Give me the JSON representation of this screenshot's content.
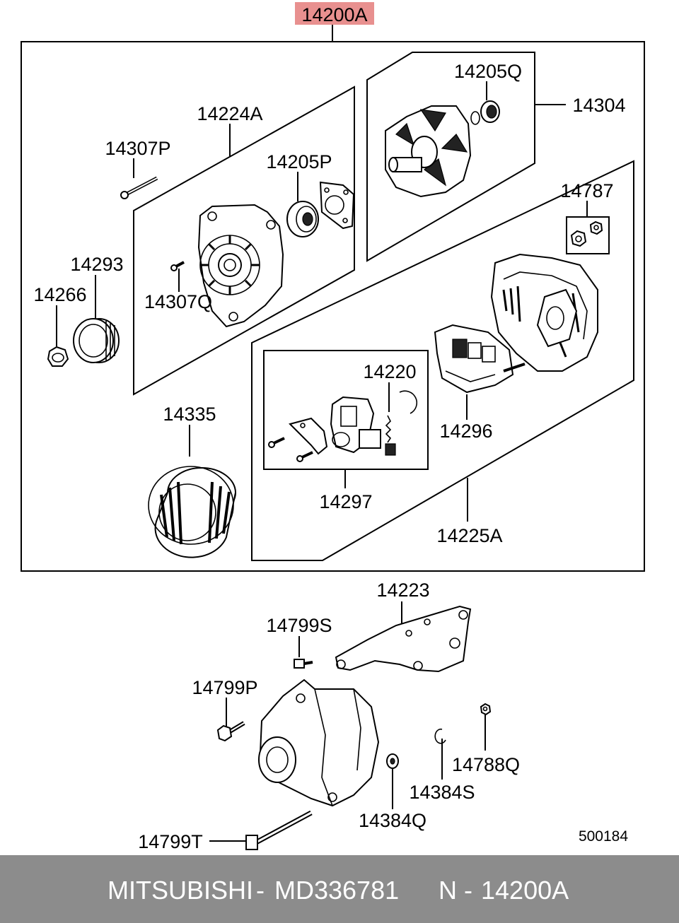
{
  "header_part": "14200A",
  "highlight_color": "#e8908f",
  "labels": {
    "p14224A": "14224A",
    "p14307P": "14307P",
    "p14205P": "14205P",
    "p14205Q": "14205Q",
    "p14304": "14304",
    "p14787": "14787",
    "p14293": "14293",
    "p14266": "14266",
    "p14307Q": "14307Q",
    "p14220": "14220",
    "p14296": "14296",
    "p14335": "14335",
    "p14297": "14297",
    "p14225A": "14225A",
    "p14223": "14223",
    "p14799S": "14799S",
    "p14799P": "14799P",
    "p14788Q": "14788Q",
    "p14384S": "14384S",
    "p14384Q": "14384Q",
    "p14799T": "14799T"
  },
  "drawing_no": "500184",
  "footer": {
    "brand": "MITSUBISHI",
    "sep1": "-",
    "part_number": "MD336781",
    "position": "N",
    "sep2": "-",
    "code": "14200A"
  },
  "footer_color": "#8c8c8c"
}
